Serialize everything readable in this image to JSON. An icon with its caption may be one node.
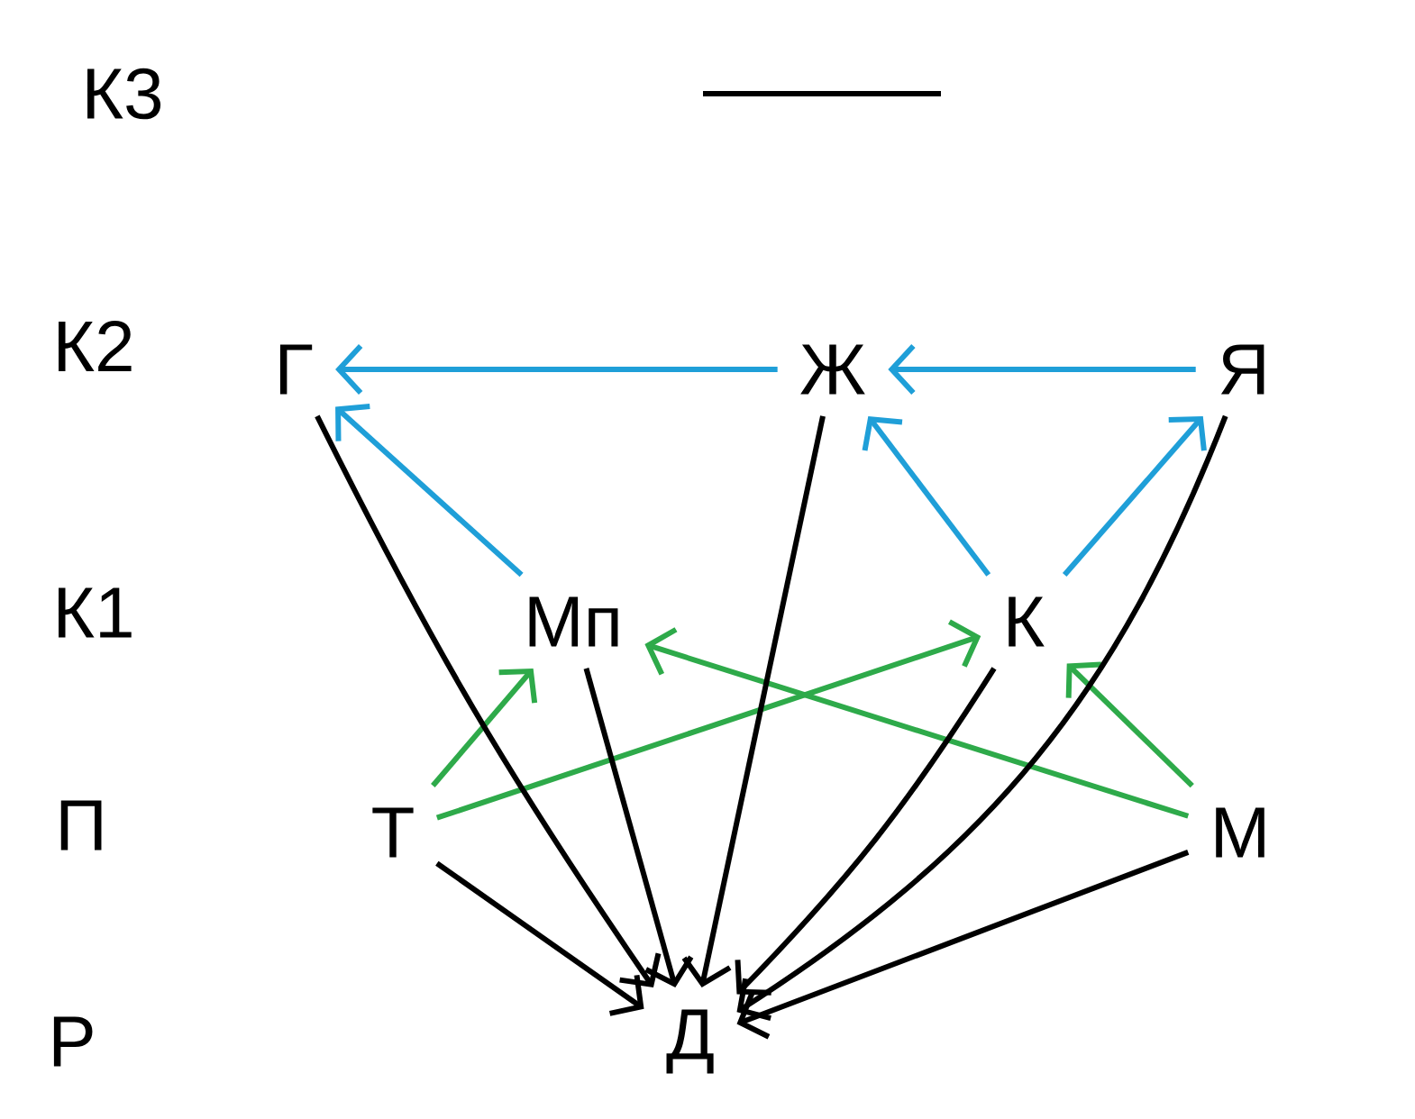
{
  "diagram": {
    "nodes": [
      {
        "text": [
          "Г"
        ]
      },
      {
        "text": [
          "Ж"
        ]
      },
      {
        "text": [
          "Я"
        ]
      },
      {
        "text": [
          "Мп"
        ]
      },
      {
        "text": [
          "К"
        ]
      },
      {
        "text": [
          "Т"
        ]
      },
      {
        "text": [
          "М"
        ]
      },
      {
        "text": [
          "Д"
        ]
      }
    ],
    "edges": [
      {
        "from": 1,
        "to": 0,
        "arrow": "to",
        "color": "#1f9fd8"
      },
      {
        "from": 2,
        "to": 1,
        "arrow": "to",
        "color": "#1f9fd8"
      },
      {
        "from": 3,
        "to": 0,
        "arrow": "to",
        "color": "#1f9fd8"
      },
      {
        "from": 4,
        "to": 1,
        "arrow": "to",
        "color": "#1f9fd8"
      },
      {
        "from": 4,
        "to": 2,
        "arrow": "to",
        "color": "#1f9fd8"
      },
      {
        "from": 5,
        "to": 3,
        "arrow": "to",
        "color": "#2eaa4a"
      },
      {
        "from": 5,
        "to": 4,
        "arrow": "to",
        "color": "#2eaa4a"
      },
      {
        "from": 6,
        "to": 3,
        "arrow": "to",
        "color": "#2eaa4a"
      },
      {
        "from": 6,
        "to": 4,
        "arrow": "to",
        "color": "#2eaa4a"
      },
      {
        "from": 0,
        "to": 7,
        "arrow": "to"
      },
      {
        "from": 3,
        "to": 7,
        "arrow": "to"
      },
      {
        "from": 1,
        "to": 7,
        "arrow": "to"
      },
      {
        "from": 2,
        "to": 7,
        "arrow": "to"
      },
      {
        "from": 4,
        "to": 7,
        "arrow": "to"
      },
      {
        "from": 5,
        "to": 7,
        "arrow": "to"
      },
      {
        "from": 6,
        "to": 7,
        "arrow": "to"
      }
    ],
    "labels": [
      "К3",
      "К2",
      "К1",
      "П",
      "Р"
    ]
  }
}
